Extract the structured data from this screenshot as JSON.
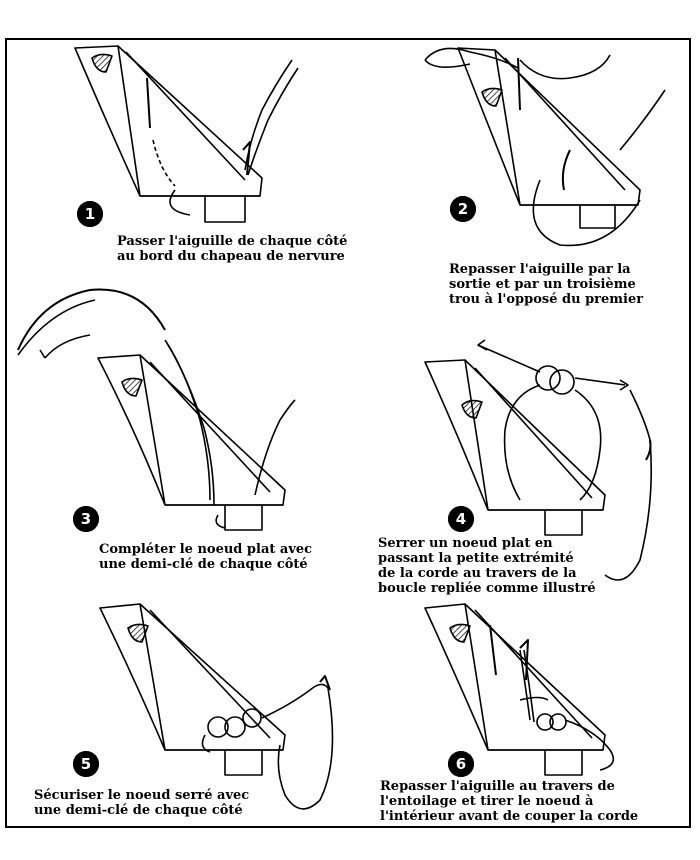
{
  "steps": [
    {
      "number": "1",
      "caption": "Passer l'aiguille de chaque côté\nau bord du chapeau de nervure"
    },
    {
      "number": "2",
      "caption": "Repasser l'aiguille par la\nsortie et par un troisième\ntrou à l'opposé du premier"
    },
    {
      "number": "3",
      "caption": "Compléter le noeud plat avec\nune demi-clé de chaque côté"
    },
    {
      "number": "4",
      "caption": "Serrer un noeud plat en\npassant la petite extrémité\nde la corde au travers de la\nboucle repliée comme illustré"
    },
    {
      "number": "5",
      "caption": "Sécuriser le noeud serré avec\nune demi-clé de chaque côté"
    },
    {
      "number": "6",
      "caption": "Repasser l'aiguille au travers de\nl'entoilage et tirer le noeud à\nl'intérieur avant de couper la corde"
    }
  ]
}
